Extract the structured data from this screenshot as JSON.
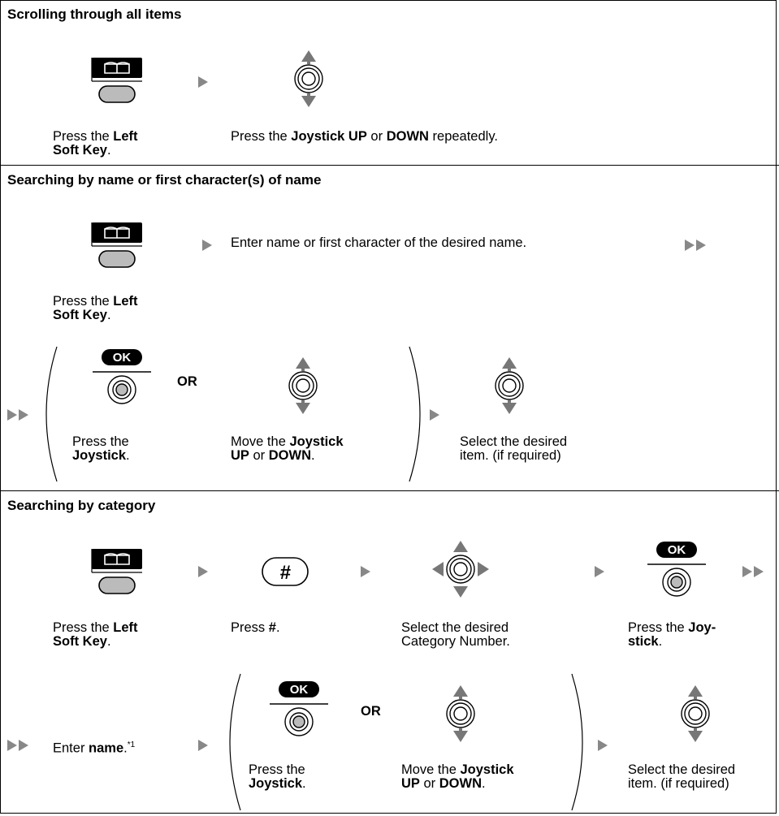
{
  "sections": [
    {
      "title": "Scrolling through all items",
      "steps": [
        {
          "line1_pre": "Press the ",
          "line1_bold": "Left",
          "line2_bold": "Soft Key",
          "line2_post": "."
        },
        {
          "pre": "Press the ",
          "b1": "Joystick UP",
          "mid": " or ",
          "b2": "DOWN",
          "post": " repeatedly."
        }
      ]
    },
    {
      "title": "Searching by name or first character(s) of name",
      "enter_text": "Enter name or first character of the desired name.",
      "steps": [
        {
          "line1_pre": "Press the ",
          "line1_bold": "Left",
          "line2_bold": "Soft Key",
          "line2_post": "."
        },
        {
          "line1": "Press the",
          "line2_bold": "Joystick",
          "line2_post": "."
        },
        {
          "line1_pre": "Move the ",
          "line1_bold": "Joystick",
          "line2_bold1": "UP",
          "line2_mid": " or ",
          "line2_bold2": "DOWN",
          "line2_post": "."
        },
        {
          "line1": "Select the desired",
          "line2": "item. (if required)"
        }
      ],
      "or_label": "OR"
    },
    {
      "title": "Searching by category",
      "steps": [
        {
          "line1_pre": "Press the ",
          "line1_bold": "Left",
          "line2_bold": "Soft Key",
          "line2_post": "."
        },
        {
          "pre": "Press ",
          "bold": "#",
          "post": "."
        },
        {
          "line1": "Select the desired",
          "line2": "Category Number."
        },
        {
          "line1_pre": "Press the ",
          "line1_bold": "Joy-",
          "line2_bold": "stick",
          "line2_post": "."
        },
        {
          "pre": "Enter ",
          "bold": "name",
          "post": ".",
          "sup": "*1"
        },
        {
          "line1": "Press the",
          "line2_bold": "Joystick",
          "line2_post": "."
        },
        {
          "line1_pre": "Move the ",
          "line1_bold": "Joystick",
          "line2_bold1": "UP",
          "line2_mid": " or ",
          "line2_bold2": "DOWN",
          "line2_post": "."
        },
        {
          "line1": "Select the desired",
          "line2": "item. (if required)"
        }
      ],
      "or_label": "OR"
    }
  ],
  "icons": {
    "ok_label": "OK",
    "hash_label": "#"
  }
}
